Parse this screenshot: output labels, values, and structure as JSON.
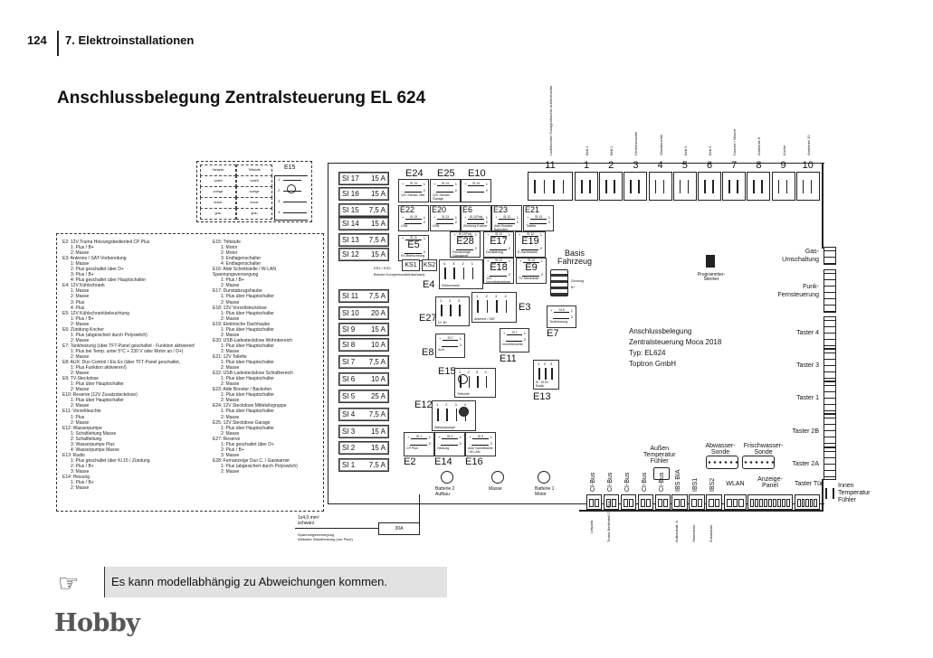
{
  "header": {
    "page_number": "124",
    "chapter": "7. Elektroinstallationen"
  },
  "title": "Anschlussbelegung Zentralsteuerung EL 624",
  "e15_table": {
    "label": "E15",
    "headers": [
      "Variante",
      "Trittstufe"
    ],
    "rows": [
      [
        "violett",
        "violett",
        "1"
      ],
      [
        "orange",
        "orange",
        "2"
      ],
      [
        "braun",
        "braun",
        "3"
      ],
      [
        "grau",
        "grau",
        "4"
      ]
    ]
  },
  "legend": {
    "left": [
      [
        "E2: 12V Truma Heizungsbedienteil CP Plus",
        0
      ],
      [
        "1: Plus / B+",
        1
      ],
      [
        "2: Masse",
        1
      ],
      [
        "E3: Antenne / SAT-Vorbereitung",
        0
      ],
      [
        "1: Masse",
        1
      ],
      [
        "2: Plus geschaltet über D+",
        1
      ],
      [
        "3: Plus / B+",
        1
      ],
      [
        "4: Plus geschaltet über Hauptschalter",
        1
      ],
      [
        "E4: 12V Kühlschrank",
        0
      ],
      [
        "1: Masse",
        1
      ],
      [
        "2: Masse",
        1
      ],
      [
        "3: Plus",
        1
      ],
      [
        "4: Plus",
        1
      ],
      [
        "E5: 12V Kühlschrankbeleuchtung",
        0
      ],
      [
        "1: Plus / B+",
        1
      ],
      [
        "2: Masse",
        1
      ],
      [
        "E6: Zündung Kocher",
        0
      ],
      [
        "1: Plus (abgesichert durch Polyswitch)",
        1
      ],
      [
        "2: Masse",
        1
      ],
      [
        "E7: Tankheizung  (über TFT-Panel geschaltet - Funktion aktivieren!",
        0
      ],
      [
        "1: Plus          bei Temp. unter 5°C + 230 V oder Motor an / D+)",
        1
      ],
      [
        "2: Masse",
        1
      ],
      [
        "E8: AUX: Duo Control / Eis Ex (über TFT-Panel geschaltet,",
        0
      ],
      [
        "1: Plus                         Funktion aktivieren!)",
        1
      ],
      [
        "2: Masse",
        1
      ],
      [
        "E9: TV-Steckdose",
        0
      ],
      [
        "1: Plus über Hauptschalter",
        1
      ],
      [
        "2: Masse",
        1
      ],
      [
        "E10: Reserve (12V Zusatzsteckdose)",
        0
      ],
      [
        "1: Plus über Hauptschalter",
        1
      ],
      [
        "2: Masse",
        1
      ],
      [
        "E11: Vorzeltleuchte",
        0
      ],
      [
        "1: Plus",
        1
      ],
      [
        "2: Masse",
        1
      ],
      [
        "E12: Wasserpumpe",
        0
      ],
      [
        "1: Schaltleitung Masse",
        1
      ],
      [
        "2: Schaltleitung",
        1
      ],
      [
        "3: Wasserpumpe Plus",
        1
      ],
      [
        "4: Wasserpumpe Masse",
        1
      ],
      [
        "E13: Radio",
        0
      ],
      [
        "1: Plus geschaltet über Kl.15 / Zündung",
        1
      ],
      [
        "2: Plus / B+",
        1
      ],
      [
        "3: Masse",
        1
      ],
      [
        "E14: Heizung",
        0
      ],
      [
        "1: Plus / B+",
        1
      ],
      [
        "2: Masse",
        1
      ]
    ],
    "right": [
      [
        "E15: Trittstufe",
        0
      ],
      [
        "1: Motor",
        1
      ],
      [
        "2: Motor",
        1
      ],
      [
        "3: Endlagenschalter",
        1
      ],
      [
        "4: Endlagenschalter",
        1
      ],
      [
        "E16: Alde Schnittstelle / W-LAN Spannungsversorgung",
        0
      ],
      [
        "1: Plus / B+",
        1
      ],
      [
        "2: Masse",
        1
      ],
      [
        "E17: Dunstabzugshaube",
        0
      ],
      [
        "1: Plus über Hauptschalter",
        1
      ],
      [
        "2: Masse",
        1
      ],
      [
        "E18: 12V Vorzeltsteckdose",
        0
      ],
      [
        "1: Plus über Hauptschalter",
        1
      ],
      [
        "2: Masse",
        1
      ],
      [
        "E19: Elektrische Dachhaube",
        0
      ],
      [
        "1: Plus über Hauptschalter",
        1
      ],
      [
        "2: Masse",
        1
      ],
      [
        "E20: USB-Ladesteckdose Wohnbereich",
        0
      ],
      [
        "1: Plus über Hauptschalter",
        1
      ],
      [
        "2: Masse",
        1
      ],
      [
        "E21: 12V Toilette",
        0
      ],
      [
        "1: Plus über Hauptschalter",
        1
      ],
      [
        "2: Masse",
        1
      ],
      [
        "E22: USB-Ladesteckdose Schlafbereich",
        0
      ],
      [
        "1: Plus über Hauptschalter",
        1
      ],
      [
        "2: Masse",
        1
      ],
      [
        "E23: Alde Booster / Backofen",
        0
      ],
      [
        "1: Plus über Hauptschalter",
        1
      ],
      [
        "2: Masse",
        1
      ],
      [
        "E24: 12V Steckdose Mittelsitzgruppe",
        0
      ],
      [
        "1: Plus über Hauptschalter",
        1
      ],
      [
        "2: Masse",
        1
      ],
      [
        "E25: 12V Steckdose Garage",
        0
      ],
      [
        "1: Plus über Hauptschalter",
        1
      ],
      [
        "2: Masse",
        1
      ],
      [
        "E27: Reserve",
        0
      ],
      [
        "1: Plus geschaltet über D+",
        1
      ],
      [
        "2: Plus / B+",
        1
      ],
      [
        "3: Masse",
        1
      ],
      [
        "E28: Fernanzeige Duo C. / Gaswarner",
        0
      ],
      [
        "1: Plus (abgesichert durch Polyswitch)",
        1
      ],
      [
        "2: Masse",
        1
      ]
    ]
  },
  "fuses": [
    [
      "SI 17",
      "15 A"
    ],
    [
      "SI 16",
      "15 A"
    ],
    [
      "SI 15",
      "7,5 A"
    ],
    [
      "SI 14",
      "15 A"
    ],
    [
      "SI 13",
      "7,5 A"
    ],
    [
      "SI 12",
      "15 A"
    ],
    [
      "SI 11",
      "7,5 A"
    ],
    [
      "SI 10",
      "20 A"
    ],
    [
      "SI 9",
      "15 A"
    ],
    [
      "SI 8",
      "10 A"
    ],
    [
      "SI 7",
      "7,5 A"
    ],
    [
      "SI 6",
      "10 A"
    ],
    [
      "SI 5",
      "25 A"
    ],
    [
      "SI 4",
      "7,5 A"
    ],
    [
      "SI 3",
      "15 A"
    ],
    [
      "SI 2",
      "15 A"
    ],
    [
      "SI 1",
      "7,5 A"
    ]
  ],
  "components": [
    {
      "id": "E24",
      "fuse": "Sl 14",
      "sub": "12V Steckd. Mitt."
    },
    {
      "id": "E25",
      "fuse": "Sl 14",
      "sub": "12V Steckd. Garage"
    },
    {
      "id": "E10",
      "fuse": "Sl 14",
      "sub": ""
    },
    {
      "id": "E22",
      "fuse": "Sl 13",
      "sub": "USB"
    },
    {
      "id": "E20",
      "fuse": "Sl 13",
      "sub": "USB"
    },
    {
      "id": "E6",
      "fuse": "Sl 11Poly",
      "sub": "Zündung Kocher"
    },
    {
      "id": "E23",
      "fuse": "Sl 12",
      "sub": "Alde Booster Backofen"
    },
    {
      "id": "E21",
      "fuse": "Sl 13",
      "sub": "Toilette"
    },
    {
      "id": "E5",
      "fuse": "Sl 11",
      "sub": "KS-Beleuchtung"
    },
    {
      "id": "E28",
      "fuse": "Sl 11Poly",
      "sub": "Fernanzeige Gaswarner"
    },
    {
      "id": "E17",
      "fuse": "Sl 12",
      "sub": "Dunstabzug"
    },
    {
      "id": "E19",
      "fuse": "Sl 12",
      "sub": "E-Dachhaube"
    },
    {
      "id": "E18",
      "fuse": "Sl 12",
      "sub": "12V Vorzeltsteckdose"
    },
    {
      "id": "E9",
      "fuse": "Sl 12",
      "sub": "TV-Steckdose"
    },
    {
      "id": "E7",
      "fuse": "Sl 8",
      "sub": "Tankheizung"
    },
    {
      "id": "E8",
      "fuse": "Sl 7",
      "sub": "AUX"
    },
    {
      "id": "E11",
      "fuse": "Sl 7",
      "sub": "Vorzeltleuchte"
    },
    {
      "id": "E2",
      "fuse": "Sl 1",
      "sub": "CP Plus"
    },
    {
      "id": "E14",
      "fuse": "Sl 2",
      "sub": "Heizung"
    },
    {
      "id": "E16",
      "fuse": "Sl 3",
      "sub": "Alde Schnittstelle / W-LAN"
    }
  ],
  "multi": [
    {
      "id": "E4",
      "sub": "Kühlschrank",
      "pins": [
        "4",
        "3",
        "2",
        "1"
      ]
    },
    {
      "id": "E27",
      "sub": "D+   B+",
      "pins": [
        "1",
        "2",
        "3"
      ]
    },
    {
      "id": "E3",
      "sub": "Antenne / SAT",
      "pins": [
        "1",
        "2",
        "3",
        "4"
      ]
    },
    {
      "id": "E13",
      "sub": "Kl. 15   B+     Radio",
      "pins": [
        "1",
        "2",
        "3"
      ]
    },
    {
      "id": "E15",
      "sub": "Trittstufe",
      "pins": [
        "1",
        "2",
        "3",
        "4"
      ]
    },
    {
      "id": "E12",
      "sub": "Wasserpumpe",
      "pins": [
        "1",
        "2",
        "3",
        "4"
      ]
    }
  ],
  "ks": {
    "ks1": "KS1",
    "ks2": "KS2",
    "note1": "KS1 / KS2:",
    "note2": "Brücke Kompressorkühlschrank"
  },
  "top_connectors": [
    {
      "num": "11",
      "label": "Ladebooster Garagenleuchte Außenleuchte"
    },
    {
      "num": "1",
      "label": "Bett 1"
    },
    {
      "num": "2",
      "label": "Bett 2"
    },
    {
      "num": "3",
      "label": "Deckenleuchte"
    },
    {
      "num": "4",
      "label": "Wandleuchte"
    },
    {
      "num": "5",
      "label": "Bett 5"
    },
    {
      "num": "6",
      "label": "Bett 6"
    },
    {
      "num": "7",
      "label": "Dusche / Wasch"
    },
    {
      "num": "8",
      "label": "Ambiente 8"
    },
    {
      "num": "9",
      "label": "Küche"
    },
    {
      "num": "10",
      "label": "Ambiente 10"
    }
  ],
  "basis": {
    "label": "Basis Fahrzeug",
    "pin1": "Zündung",
    "pin2": "B+"
  },
  "programmer": "Programmier-Stecker",
  "info": [
    "Anschlussbelegung",
    "Zentralsteuerung Moca 2018",
    "Typ: EL624",
    "Toptron GmbH"
  ],
  "right_connectors": [
    "Gas-\nUmschaltung",
    "Funk-\nFernsteuerung",
    "Taster 4",
    "Taster 3",
    "Taster 1",
    "Taster 2B",
    "Taster 2A"
  ],
  "inner_temp": "Innen\nTemperatur\nFühler",
  "bottom_connectors": [
    {
      "label": "CI-Bus",
      "below": "Leitplatt"
    },
    {
      "label": "CI-Bus",
      "below": "Truma Bedienteil CP Plus"
    },
    {
      "label": "CI-Bus",
      "below": ""
    },
    {
      "label": "CI-Bus",
      "below": ""
    },
    {
      "label": "CI-Bus",
      "below": ""
    },
    {
      "label": "IBS BIA",
      "below": "Aufbaubatt. A"
    },
    {
      "label": "IBS1",
      "below": "Starterbatt."
    },
    {
      "label": "IBS2",
      "below": "Zusatzbatt."
    },
    {
      "label": "WLAN",
      "below": ""
    },
    {
      "label": "Anzeige-\nPanel",
      "below": ""
    },
    {
      "label": "Taster Tür",
      "below": ""
    }
  ],
  "sensors": {
    "outer": "Außen\nTemperatur\nFühler",
    "waste": "Abwasser-\nSonde",
    "fresh": "Frischwasser-\nSonde"
  },
  "terminals": [
    "Batterie 2\nAufbau",
    "Masse",
    "Batterie 1\nMotor"
  ],
  "supply": {
    "cable": "1x4,0 mm²\nschwarz",
    "fuse": "30A",
    "desc": "Spannungsversorgung\nWebasto Standheizung (nur Plus!)"
  },
  "note": {
    "icon": "pointing-hand-icon",
    "text": "Es kann modellabhängig zu Abweichungen kommen."
  },
  "logo": "Hobby"
}
